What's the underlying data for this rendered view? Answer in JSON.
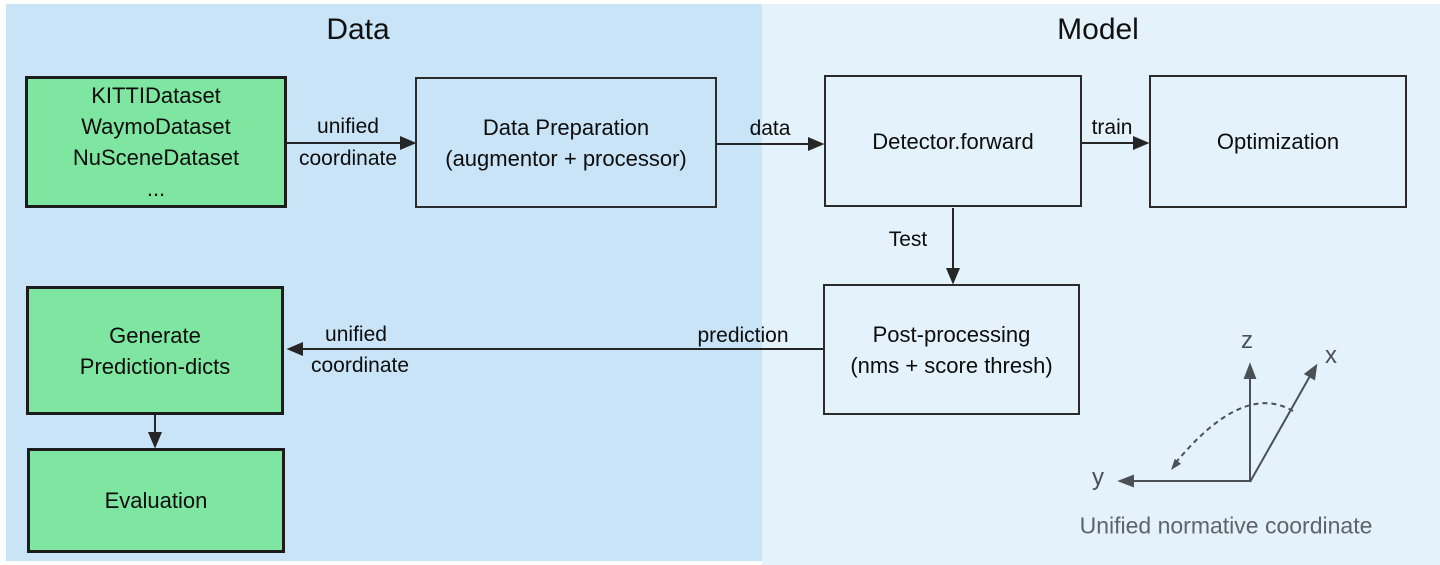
{
  "titles": {
    "data": "Data",
    "model": "Model"
  },
  "nodes": {
    "datasets": {
      "lines": [
        "KITTIDataset",
        "WaymoDataset",
        "NuSceneDataset",
        "..."
      ]
    },
    "data_preparation": {
      "line1": "Data Preparation",
      "line2": "(augmentor + processor)"
    },
    "detector_forward": {
      "label": "Detector.forward"
    },
    "optimization": {
      "label": "Optimization"
    },
    "post_processing": {
      "line1": "Post-processing",
      "line2": "(nms + score thresh)"
    },
    "generate_prediction_dicts": {
      "line1": "Generate",
      "line2": "Prediction-dicts"
    },
    "evaluation": {
      "label": "Evaluation"
    }
  },
  "edges": {
    "datasets_to_preparation": {
      "label_top": "unified",
      "label_bottom": "coordinate"
    },
    "preparation_to_detector": {
      "label": "data"
    },
    "detector_to_optimization": {
      "label": "train"
    },
    "detector_to_postprocessing": {
      "label": "Test"
    },
    "postprocessing_to_generate": {
      "label_right": "prediction",
      "label_top": "unified",
      "label_bottom": "coordinate"
    }
  },
  "axes": {
    "z": "z",
    "x": "x",
    "y": "y",
    "caption": "Unified normative coordinate"
  },
  "colors": {
    "panel_left": "#c9e4f7",
    "panel_right": "#e4f2fb",
    "node_green": "#7ee6a0",
    "node_border": "#1c1c1c",
    "arrow": "#262626",
    "axis": "#4b5156",
    "caption_text": "#5e6469"
  }
}
